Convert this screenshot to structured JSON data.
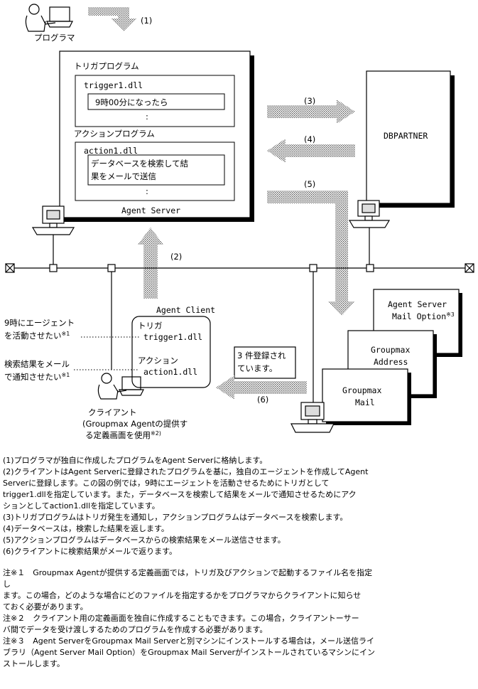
{
  "diagram": {
    "programmer": "プログラマ",
    "step1": "(1)",
    "step2": "(2)",
    "step3": "(3)",
    "step4": "(4)",
    "step5": "(5)",
    "step6": "(6)",
    "server": {
      "trigger_program": "トリガプログラム",
      "trigger_file": "trigger1.dll",
      "trigger_condition": "9時00分になったら",
      "ellipsis": ":",
      "action_program": "アクションプログラム",
      "action_file": "action1.dll",
      "action_desc_line1": "データベースを検索して結",
      "action_desc_line2": "果をメールで送信",
      "name": "Agent Server"
    },
    "dbpartner": "DBPARTNER",
    "client_box": {
      "title": "Agent Client",
      "trigger_label": "トリガ",
      "trigger_file": "trigger1.dll",
      "action_label": "アクション",
      "action_file": "action1.dll"
    },
    "want1_line1": "9時にエージェント",
    "want1_line2": "を活動させたい",
    "want1_mark": "※1",
    "want2_line1": "検索結果をメール",
    "want2_line2": "で通知させたい",
    "want2_mark": "※1",
    "client": "クライアント",
    "client_note_line1": "(Groupmax Agentの提供す",
    "client_note_line2": "る定義画面を使用",
    "client_note_mark": "※2)",
    "registered_line1": "3 件登録され",
    "registered_line2": "ています。",
    "mail_option_line1": "Agent Server",
    "mail_option_line2": "Mail Option",
    "mail_option_mark": "※3",
    "address_line1": "Groupmax",
    "address_line2": "Address",
    "mail_line1": "Groupmax",
    "mail_line2": "Mail"
  },
  "notes": {
    "n1": "(1)プログラマが独自に作成したプログラムをAgent Serverに格納します。",
    "n2": "(2)クライアントはAgent Serverに登録されたプログラムを基に，独自のエージェントを作成してAgent",
    "n3": "Serverに登録します。この図の例では，9時にエージェントを活動させるためにトリガとして",
    "n4": "trigger1.dllを指定しています。また，データベースを検索して結果をメールで通知させるためにアク",
    "n5": "ションとしてaction1.dllを指定しています。",
    "n6": "(3)トリガプログラムはトリガ発生を通知し，アクションプログラムはデータベースを検索します。",
    "n7": "(4)データベースは，検索した結果を返します。",
    "n8": "(5)アクションプログラムはデータベースからの検索結果をメール送信させます。",
    "n9": "(6)クライアントに検索結果がメールで返ります。",
    "n10": "注※１　Groupmax Agentが提供する定義画面では，トリガ及びアクションで起動するファイル名を指定",
    "n11": "し",
    "n12": "ます。この場合，どのような場合にどのファイルを指定するかをプログラマからクライアントに知らせ",
    "n13": "ておく必要があります。",
    "n14": "注※２　クライアント用の定義画面を独自に作成することもできます。この場合，クライアントーサー",
    "n15": "バ間でデータを受け渡しするためのプログラムを作成する必要があります。",
    "n16": "注※３　Agent ServerをGroupmax Mail Serverと別マシンにインストールする場合は，メール送信ライ",
    "n17": "ブラリ（Agent Server Mail Option）をGroupmax Mail Serverがインストールされているマシンにイン",
    "n18": "ストールします。"
  }
}
